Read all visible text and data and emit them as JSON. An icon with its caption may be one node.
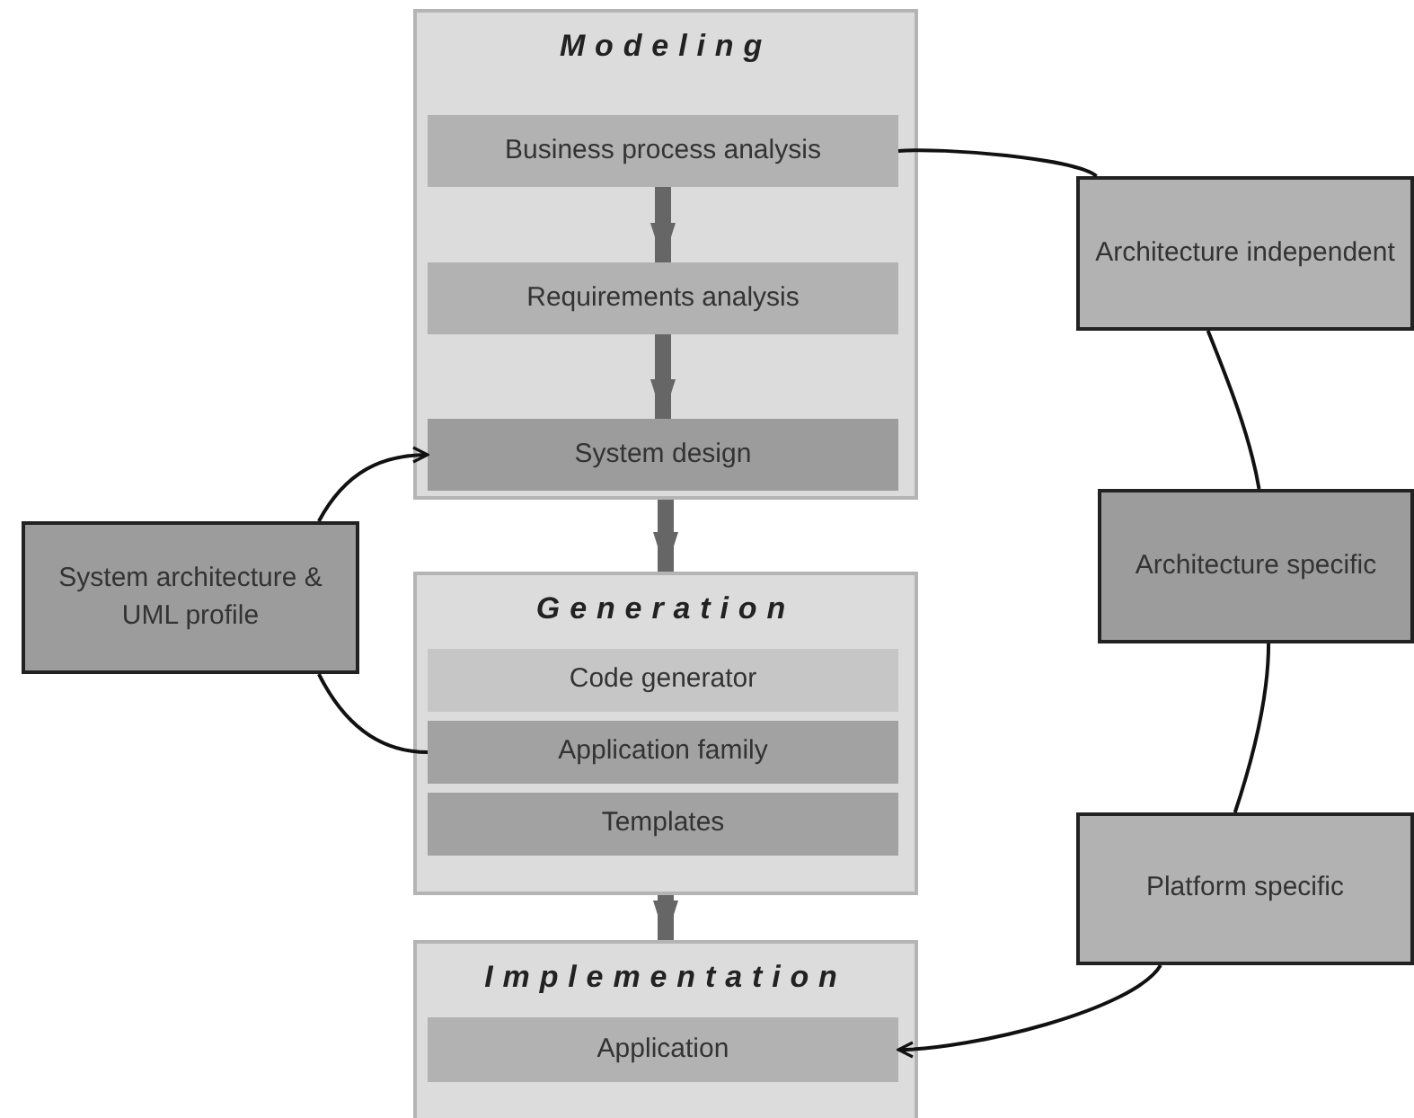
{
  "diagram": {
    "nodes": [
      {
        "text": [
          "Modeling"
        ]
      },
      {
        "text": [
          "Business process analysis"
        ],
        "in": 0
      },
      {
        "text": [
          "Requirements analysis"
        ],
        "in": 0
      },
      {
        "text": [
          "System design"
        ],
        "in": 0
      },
      {
        "text": [
          "Generation"
        ]
      },
      {
        "text": [
          "Code generator"
        ],
        "in": 4
      },
      {
        "text": [
          "Application family"
        ],
        "in": 4
      },
      {
        "text": [
          "Templates"
        ],
        "in": 4
      },
      {
        "text": [
          "Implementation"
        ]
      },
      {
        "text": [
          "Application"
        ],
        "in": 8
      },
      {
        "text": [
          "System architecture & UML profile"
        ]
      },
      {
        "text": [
          "Architecture independent"
        ]
      },
      {
        "text": [
          "Architecture specific"
        ]
      },
      {
        "text": [
          "Platform specific"
        ]
      }
    ],
    "edges": [
      {
        "from": 1,
        "to": 2,
        "arrow": "to",
        "style": "thick",
        "color": "#666666"
      },
      {
        "from": 2,
        "to": 3,
        "arrow": "to",
        "style": "thick",
        "color": "#666666"
      },
      {
        "from": 0,
        "to": 4,
        "arrow": "to",
        "style": "thick",
        "color": "#666666"
      },
      {
        "from": 4,
        "to": 8,
        "arrow": "to",
        "style": "thick",
        "color": "#666666"
      },
      {
        "from": 10,
        "to": 3,
        "arrow": "to"
      },
      {
        "from": 10,
        "to": 6,
        "arrow": "none"
      },
      {
        "from": 1,
        "to": 11,
        "arrow": "none"
      },
      {
        "from": 11,
        "to": 12,
        "arrow": "none"
      },
      {
        "from": 12,
        "to": 13,
        "arrow": "none"
      },
      {
        "from": 13,
        "to": 9,
        "arrow": "to"
      }
    ]
  }
}
